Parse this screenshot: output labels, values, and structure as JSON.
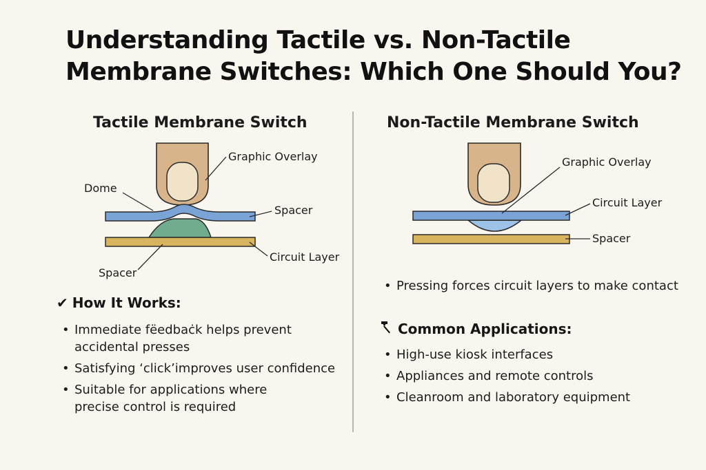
{
  "title": {
    "line1": "Understanding Tactile vs. Non-Tactile",
    "line2": "Membrane Switches: Which One Should You?"
  },
  "tactile": {
    "heading": "Tactile Membrane Switch",
    "labels": {
      "graphic_overlay": "Graphic Overlay",
      "dome": "Dome",
      "spacer_right": "Spacer",
      "circuit_layer": "Circuit Layer",
      "spacer_bottom": "Spacer"
    },
    "how_it_works": {
      "icon": "checkmark-icon",
      "heading": "How It Works:",
      "items": [
        "Immediate fëedbaċk helps prevent accidental presses",
        "Satisfying ‘click’improves user confidence",
        "Suitable for applications where precise control is required"
      ]
    }
  },
  "non_tactile": {
    "heading": "Non-Tactile Membrane Switch",
    "labels": {
      "graphic_overlay": "Graphic Overlay",
      "circuit_layer": "Circuit Layer",
      "spacer": "Spacer"
    },
    "bullet": "Pressing forces circuit layers to make contact",
    "applications": {
      "icon": "hammer-icon",
      "heading": "Common Applications:",
      "items": [
        "High-use kiosk interfaces",
        "Appliances and remote controls",
        "Cleanroom and laboratory equipment"
      ]
    }
  },
  "colors": {
    "background": "#f8f6ef",
    "overlay_blue": "#7aa3d6",
    "dome_green": "#6fad8e",
    "spacer_gold": "#d8b45f",
    "finger": "#d8b48a",
    "nail": "#f1e3c8",
    "contact_blue": "#9cc2e8"
  }
}
